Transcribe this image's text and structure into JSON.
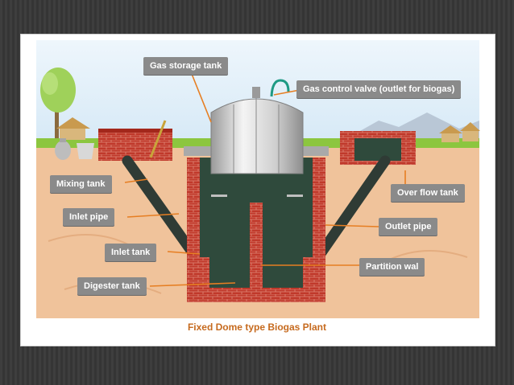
{
  "diagram": {
    "caption": "Fixed Dome type Biogas Plant",
    "labels": {
      "gas_storage_tank": "Gas storage tank",
      "gas_control_valve": "Gas control valve (outlet for biogas)",
      "mixing_tank": "Mixing tank",
      "inlet_pipe": "Inlet pipe",
      "inlet_tank": "Inlet tank",
      "digester_tank": "Digester tank",
      "over_flow_tank": "Over flow tank",
      "outlet_pipe": "Outlet pipe",
      "partition_wall": "Partition wal"
    },
    "colors": {
      "soil": "#f0c39b",
      "sky": "#dfeef9",
      "brick": "#c0392b",
      "slurry": "#2f4a3c",
      "leader": "#e67e22",
      "label_bg": "#8a8a8a",
      "caption": "#c66a1e"
    }
  }
}
